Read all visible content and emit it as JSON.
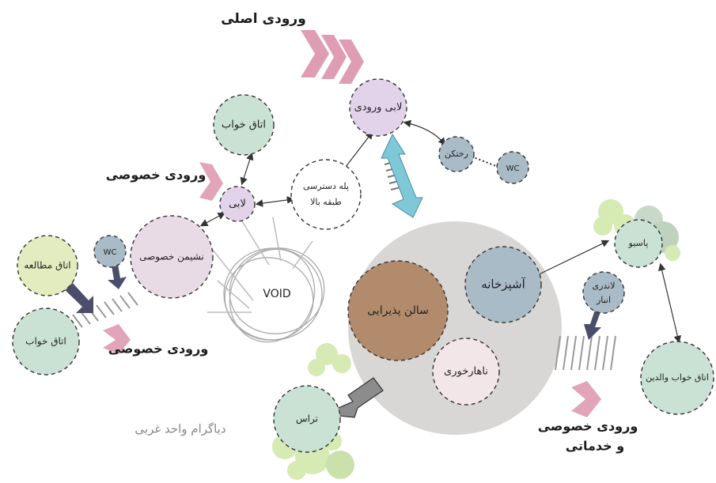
{
  "colors": {
    "purple": "#e3d3ea",
    "green_pale": "#c9e2d3",
    "pink_pale": "#e9dbe6",
    "yellow_green": "#e2ecbf",
    "blue_grey": "#a9bbc6",
    "brown": "#b18b6b",
    "big_grey": "#d9d7d5",
    "light_pink": "#f3e6e8",
    "tree_green": "#c9e39c",
    "pink_chevron": "#d98da6",
    "cyan_arrow": "#7fc8d8"
  },
  "entries": {
    "main": "ورودی اصلی",
    "private_top": "ورودی خصوصی",
    "private_bottom": "ورودی خصوصی",
    "service_line1": "ورودی خصوصی",
    "service_line2": "و خدماتی"
  },
  "spaces": {
    "entry_lobby": "لابی ورودی",
    "bedroom_top": "اتاق خواب",
    "lobby": "لابی",
    "stairs_line1": "پله دسترسی",
    "stairs_line2": "طبقه بالا",
    "dry_kitchen": "رختکن",
    "wc_right": "WC",
    "private_living": "نشیمن خصوصی",
    "wc_left": "WC",
    "study": "اتاق مطالعه",
    "bedroom_left": "اتاق خواب",
    "void": "VOID",
    "reception": "سالن پذیرایی",
    "kitchen": "آشپزخانه",
    "dining": "ناهارخوری",
    "laundry_line1": "لاندری",
    "laundry_line2": "انبار",
    "patio": "پاسیو",
    "parents_bedroom": "اتاق خواب والدین",
    "terrace": "تراس"
  },
  "caption": "دیاگرام واحد غربی"
}
